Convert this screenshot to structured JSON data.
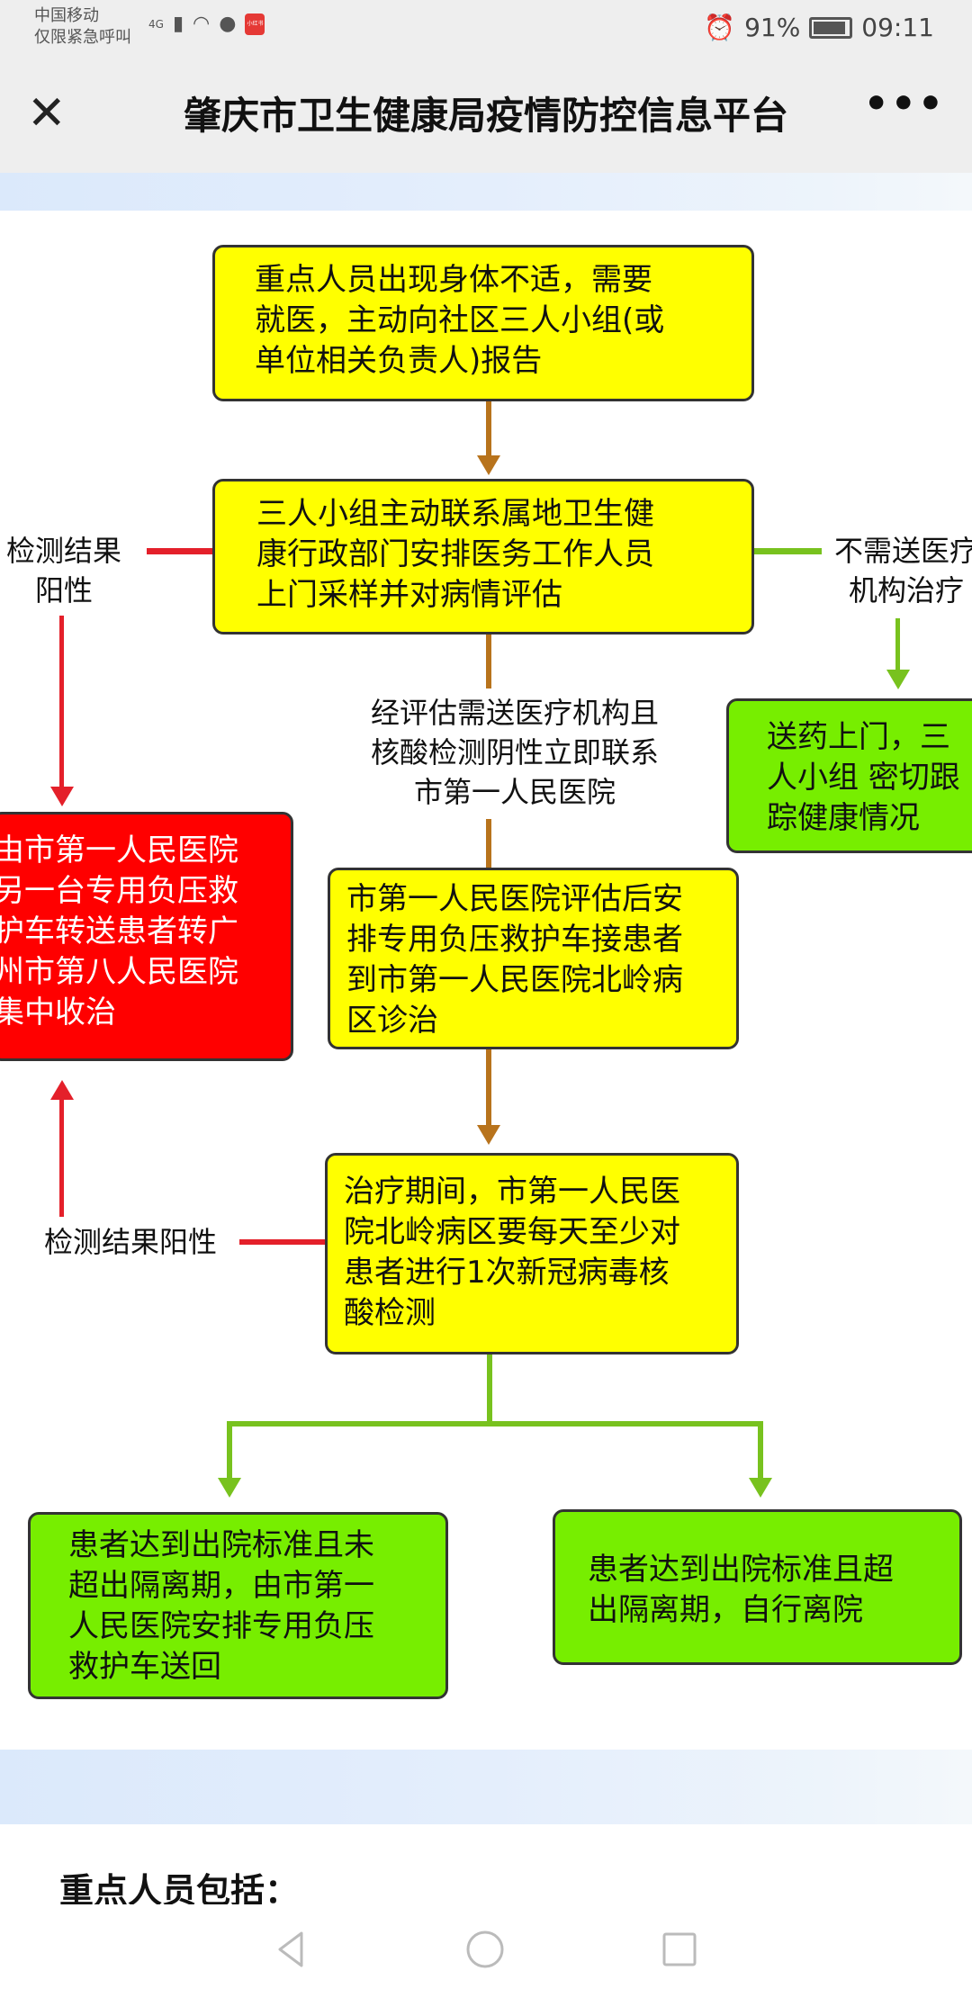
{
  "status_bar": {
    "carrier_line1": "中国移动",
    "carrier_line2": "仅限紧急呼叫",
    "network": "4G",
    "app_badge": "小红书",
    "battery": "91%",
    "battery_level": 0.91,
    "time": "09:11"
  },
  "titlebar": {
    "title": "肇庆市卫生健康局疫情防控信息平台",
    "close_icon": "close-icon",
    "more_icon": "more-icon"
  },
  "flow": {
    "step1": [
      "重点人员出现身体不适，需要",
      "就医，主动向社区三人小组(或",
      "单位相关负责人)报告"
    ],
    "step2": [
      "三人小组主动联系属地卫生健",
      "康行政部门安排医务工作人员",
      "上门采样并对病情评估"
    ],
    "left_label": "检测结果\n阳性",
    "right_label": "不需送医疗\n机构治疗",
    "home_care": [
      "送药上门，三",
      "人小组 密切跟",
      "踪健康情况"
    ],
    "middle_label": "经评估需送医疗机构且\n核酸检测阴性立即联系\n市第一人民医院",
    "transfer": [
      "由市第一人民医院",
      "另一台专用负压救",
      "护车转送患者转广",
      "州市第八人民医院",
      "集中收治"
    ],
    "step3": [
      "市第一人民医院评估后安",
      "排专用负压救护车接患者",
      "到市第一人民医院北岭病",
      "区诊治"
    ],
    "step4": [
      "治疗期间，市第一人民医",
      "院北岭病区要每天至少对",
      "患者进行1次新冠病毒核",
      "酸检测"
    ],
    "positive_label": "检测结果阳性",
    "discharge_a": [
      "患者达到出院标准且未",
      "超出隔离期，由市第一",
      "人民医院安排专用负压",
      "救护车送回"
    ],
    "discharge_b": [
      "患者达到出院标准且超",
      "出隔离期，自行离院"
    ]
  },
  "section_heading": "重点人员包括：",
  "nav": {
    "back": "back-icon",
    "home": "home-icon",
    "recents": "recents-icon"
  }
}
